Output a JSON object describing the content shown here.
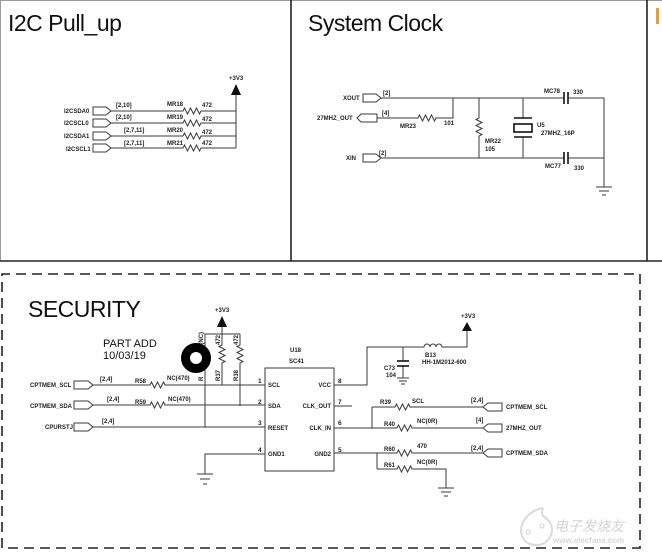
{
  "i2c_pullup": {
    "title": "I2C Pull_up",
    "power_label": "+3V3",
    "rows": [
      {
        "net": "I2CSDA0",
        "ref": "[2,10]",
        "resistor": "MR18",
        "value": "472"
      },
      {
        "net": "I2CSCL0",
        "ref": "[2,10]",
        "resistor": "MR19",
        "value": "472"
      },
      {
        "net": "I2CSDA1",
        "ref": "[2,7,11]",
        "resistor": "MR20",
        "value": "472"
      },
      {
        "net": "I2CSCL1",
        "ref": "[2,7,11]",
        "resistor": "MR21",
        "value": "472"
      }
    ]
  },
  "system_clock": {
    "title": "System Clock",
    "nets": {
      "xout": {
        "label": "XOUT",
        "ref": "[2]"
      },
      "clk_out": {
        "label": "27MHZ_OUT",
        "ref": "[4]"
      },
      "xin": {
        "label": "XIN",
        "ref": "[2]"
      }
    },
    "components": {
      "mr23": {
        "ref": "MR23",
        "value": "101"
      },
      "mr22": {
        "ref": "MR22",
        "value": "105"
      },
      "u5": {
        "ref": "U5",
        "value": "27MHZ_16P"
      },
      "mc78": {
        "ref": "MC78",
        "value": "330"
      },
      "mc77": {
        "ref": "MC77",
        "value": "330"
      }
    }
  },
  "security": {
    "title": "SECURITY",
    "note": [
      "PART ADD",
      "10/03/19"
    ],
    "power_label": "+3V3",
    "left_nets": [
      {
        "label": "CPTMEM_SCL",
        "ref": "[2,4]",
        "resistor": "R58",
        "value": "NC(470)"
      },
      {
        "label": "CPTMEM_SDA",
        "ref": "[2,4]",
        "resistor": "R59",
        "value": "NC(470)"
      },
      {
        "label": "CPURSTJ",
        "ref": "[2,4]"
      }
    ],
    "pullups": [
      {
        "ref": "R37",
        "value": "472"
      },
      {
        "ref": "R38",
        "value": "472"
      },
      {
        "ref": "R",
        "value": "2(NC)"
      }
    ],
    "chip": {
      "ref": "U18",
      "part": "SC41",
      "pins_left": [
        {
          "num": "1",
          "name": "SCL"
        },
        {
          "num": "2",
          "name": "SDA"
        },
        {
          "num": "3",
          "name": "RESET"
        },
        {
          "num": "4",
          "name": "GND1"
        }
      ],
      "pins_right": [
        {
          "num": "8",
          "name": "VCC"
        },
        {
          "num": "7",
          "name": "CLK_OUT"
        },
        {
          "num": "6",
          "name": "CLK_IN"
        },
        {
          "num": "5",
          "name": "GND2"
        }
      ]
    },
    "vcc_filter": {
      "power_label": "+3V3",
      "inductor": {
        "ref": "B13",
        "value": "HH-1M2012-600"
      },
      "cap": {
        "ref": "C73",
        "value": "104"
      }
    },
    "right_nets": [
      {
        "resistor": "R39",
        "value": "SCL",
        "ref": "[2,4]",
        "label": "CPTMEM_SCL"
      },
      {
        "resistor": "R40",
        "value": "NC(0R)",
        "ref": "[4]",
        "label": "27MHZ_OUT"
      },
      {
        "resistor": "R60",
        "value": "470",
        "ref": "[2,4]",
        "label": "CPTMEM_SDA"
      },
      {
        "resistor": "R61",
        "value": "NC(0R)"
      }
    ]
  },
  "watermark": {
    "brand": "电子发烧友",
    "url": "www.elecfans.com"
  },
  "colors": {
    "ink": "#1e1e1e",
    "wire": "#3a3a3a",
    "accent_mark": "#e0a040",
    "watermark": "#cfcfcf"
  }
}
